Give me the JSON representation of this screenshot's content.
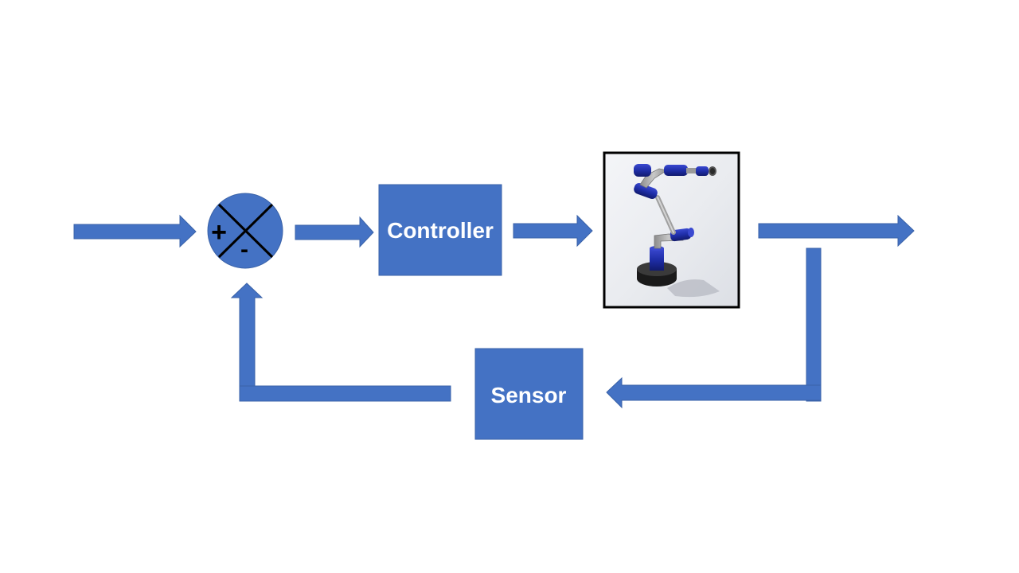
{
  "diagram": {
    "type": "closed-loop control block diagram",
    "blocks": {
      "controller": {
        "label": "Controller"
      },
      "sensor": {
        "label": "Sensor"
      },
      "plant": {
        "icon": "robot-arm-icon"
      }
    },
    "summing_junction": {
      "plus_sign": "+",
      "minus_sign": "-"
    },
    "colors": {
      "block_fill": "#4472C4",
      "block_stroke": "#3A62A8",
      "label_text": "#FFFFFF",
      "robot_blue": "#1F2EA8",
      "robot_gray": "#A8A8A8",
      "base_black": "#1A1A1A"
    }
  }
}
